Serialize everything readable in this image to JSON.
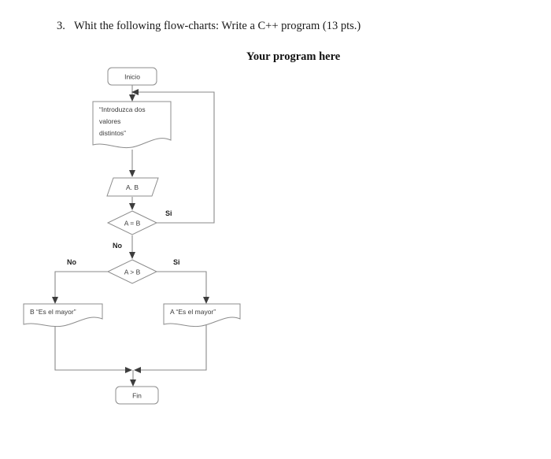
{
  "document": {
    "question": {
      "number": "3.",
      "text": "Whit the following flow-charts:  Write a C++ program (13 pts.)"
    },
    "answer_prompt": "Your program here"
  },
  "chart_data": {
    "type": "diagram",
    "title": "Flowchart: compare two distinct values A and B",
    "nodes": [
      {
        "id": "inicio",
        "shape": "terminator",
        "label": "Inicio"
      },
      {
        "id": "prompt",
        "shape": "document",
        "label": "“Introduzca dos valores distintos”",
        "lines": [
          "“Introduzca dos",
          "valores",
          "distintos”"
        ]
      },
      {
        "id": "input",
        "shape": "parallelogram",
        "label": "A. B"
      },
      {
        "id": "eq_decision",
        "shape": "decision",
        "label": "A = B"
      },
      {
        "id": "gt_decision",
        "shape": "decision",
        "label": "A > B"
      },
      {
        "id": "b_mayor",
        "shape": "document",
        "label": "B  “Es el mayor”"
      },
      {
        "id": "a_mayor",
        "shape": "document",
        "label": "A  “Es el mayor”"
      },
      {
        "id": "fin",
        "shape": "terminator",
        "label": "Fin"
      }
    ],
    "edges": [
      {
        "from": "inicio",
        "to": "prompt",
        "label": ""
      },
      {
        "from": "prompt",
        "to": "input",
        "label": ""
      },
      {
        "from": "input",
        "to": "eq_decision",
        "label": ""
      },
      {
        "from": "eq_decision",
        "to": "prompt",
        "label": "Si"
      },
      {
        "from": "eq_decision",
        "to": "gt_decision",
        "label": "No"
      },
      {
        "from": "gt_decision",
        "to": "b_mayor",
        "label": "No"
      },
      {
        "from": "gt_decision",
        "to": "a_mayor",
        "label": "Si"
      },
      {
        "from": "b_mayor",
        "to": "fin",
        "label": ""
      },
      {
        "from": "a_mayor",
        "to": "fin",
        "label": ""
      }
    ],
    "edge_labels": {
      "eq_si": "Si",
      "eq_no": "No",
      "gt_no": "No",
      "gt_si": "Si"
    },
    "colors": {
      "shape_stroke": "#8c8c8c",
      "shape_fill": "#ffffff",
      "connector": "#8a8a8a",
      "arrowhead": "#3d3d3d",
      "text": "#3a3a3a",
      "page_background": "#ffffff"
    }
  }
}
